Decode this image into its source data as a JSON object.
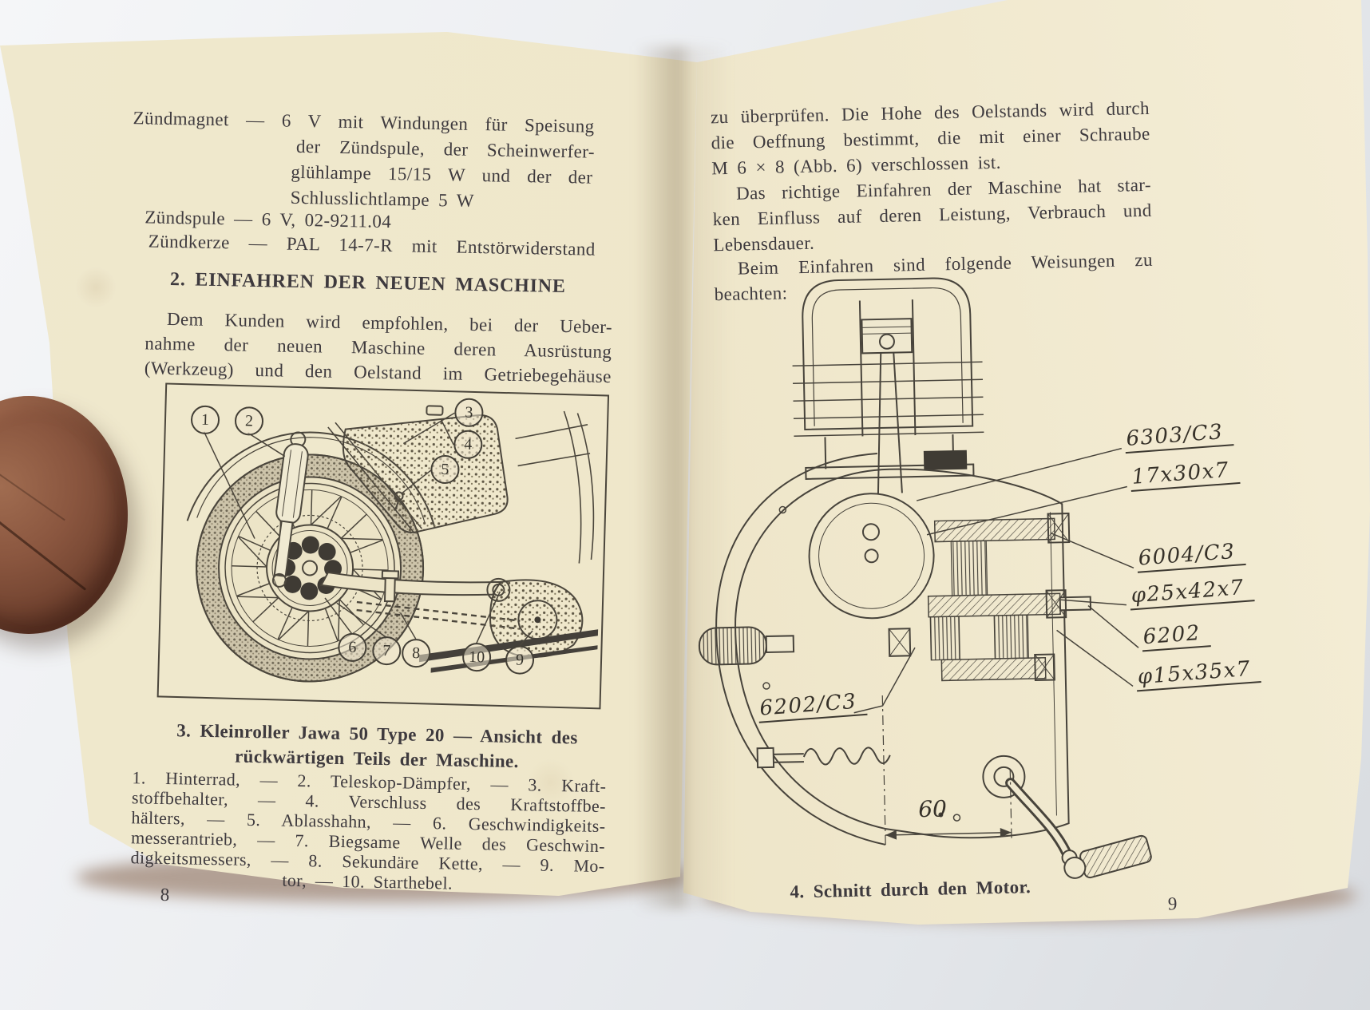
{
  "photo": {
    "background_color": "#eceef1",
    "paper_color": "#efe7ca",
    "shadow_color": "#b2a094",
    "ink_color": "#3e3a3e",
    "paperweight": "copper-disc"
  },
  "left_page": {
    "page_number": "8",
    "spec": {
      "line1": "Zündmagnet — 6 V mit Windungen für Speisung",
      "line2": "der Zündspule, der Scheinwerfer-",
      "line3": "glühlampe 15/15 W und der der",
      "line4": "Schlusslichtlampe 5 W",
      "line5": "Zündspule — 6 V, 02-9211.04",
      "line6": "Zündkerze — PAL 14-7-R mit Entstörwiderstand"
    },
    "heading": "2. EINFAHREN DER NEUEN MASCHINE",
    "intro": {
      "line1": "Dem Kunden wird empfohlen, bei der Ueber-",
      "line2": "nahme der neuen Maschine deren Ausrüstung",
      "line3": "(Werkzeug) und den Oelstand im Getriebegehäuse"
    },
    "figure3": {
      "callouts": [
        "1",
        "2",
        "3",
        "4",
        "5",
        "6",
        "7",
        "8",
        "10",
        "9"
      ],
      "caption_line1": "3. Kleinroller Jawa 50 Type 20 — Ansicht des",
      "caption_line2": "rückwärtigen Teils der Maschine.",
      "legend": {
        "line1": "1. Hinterrad, — 2. Teleskop-Dämpfer, — 3. Kraft-",
        "line2": "stoffbehalter, — 4. Verschluss des Kraftstoffbe-",
        "line3": "hälters, — 5. Ablasshahn, — 6. Geschwindigkeits-",
        "line4": "messerantrieb, — 7. Biegsame Welle des Geschwin-",
        "line5": "digkeitsmessers, — 8. Sekundäre Kette, — 9. Mo-",
        "line6": "tor, — 10. Starthebel."
      }
    }
  },
  "right_page": {
    "page_number": "9",
    "para1": {
      "line1": "zu überprüfen. Die Hohe des Oelstands wird durch",
      "line2": "die Oeffnung bestimmt, die mit einer Schraube",
      "line3": "M 6 × 8 (Abb. 6) verschlossen ist."
    },
    "para2": {
      "line1": "Das richtige Einfahren der Maschine hat star-",
      "line2": "ken Einfluss auf deren Leistung, Verbrauch und",
      "line3": "Lebensdauer."
    },
    "para3": {
      "line1": "Beim Einfahren sind folgende Weisungen zu",
      "line2": "beachten:"
    },
    "figure4": {
      "labels": {
        "bearing_top": "6303/C3",
        "seal_top": "17x30x7",
        "bearing_mid": "6004/C3",
        "seal_mid": "φ25x42x7",
        "bearing_right": "6202",
        "seal_right": "φ15x35x7",
        "bearing_left": "6202/C3"
      },
      "dimension": "60",
      "caption": "4. Schnitt durch den Motor."
    }
  }
}
